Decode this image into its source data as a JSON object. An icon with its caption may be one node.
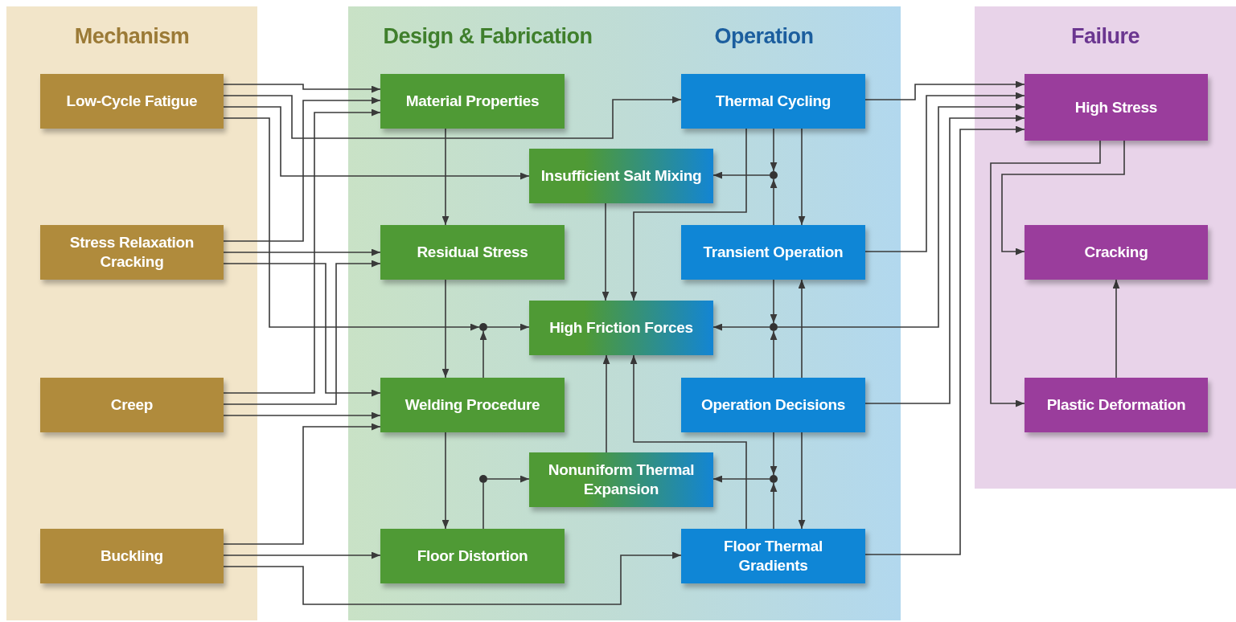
{
  "diagram": {
    "nodes": [
      {
        "text": [
          "Mechanism"
        ]
      },
      {
        "text": [
          "Low-Cycle Fatigue"
        ],
        "in": 0
      },
      {
        "text": [
          "Stress Relaxation Cracking"
        ],
        "in": 0
      },
      {
        "text": [
          "Creep"
        ],
        "in": 0
      },
      {
        "text": [
          "Buckling"
        ],
        "in": 0
      },
      {
        "text": [
          "Design & Fabrication"
        ]
      },
      {
        "text": [
          "Material Properties"
        ],
        "in": 5
      },
      {
        "text": [
          "Residual Stress"
        ],
        "in": 5
      },
      {
        "text": [
          "Welding Procedure"
        ],
        "in": 5
      },
      {
        "text": [
          "Floor Distortion"
        ],
        "in": 5
      },
      {
        "text": [
          "Operation"
        ]
      },
      {
        "text": [
          "Thermal Cycling"
        ],
        "in": 10
      },
      {
        "text": [
          "Transient Operation"
        ],
        "in": 10
      },
      {
        "text": [
          "Operation Decisions"
        ],
        "in": 10
      },
      {
        "text": [
          "Floor Thermal Gradients"
        ],
        "in": 10
      },
      {
        "text": [
          "Insufficient Salt Mixing"
        ]
      },
      {
        "text": [
          "High Friction Forces"
        ]
      },
      {
        "text": [
          "Nonuniform Thermal Expansion"
        ]
      },
      {
        "text": [
          "Failure"
        ]
      },
      {
        "text": [
          "High Stress"
        ],
        "in": 18
      },
      {
        "text": [
          "Cracking"
        ],
        "in": 18
      },
      {
        "text": [
          "Plastic Deformation"
        ],
        "in": 18
      },
      {
        "text": [],
        "shape": "circle",
        "in": 5
      },
      {
        "text": [],
        "shape": "circle",
        "in": 10
      },
      {
        "text": [],
        "shape": "circle",
        "in": 10
      },
      {
        "text": [],
        "shape": "circle",
        "in": 5
      },
      {
        "text": [],
        "shape": "circle",
        "in": 10
      }
    ],
    "edges": [
      {
        "from": 1,
        "to": 6,
        "arrow": "to"
      },
      {
        "from": 1,
        "to": 11,
        "arrow": "to"
      },
      {
        "from": 1,
        "to": 15,
        "arrow": "to"
      },
      {
        "from": 1,
        "to": 22,
        "arrow": "to"
      },
      {
        "from": 2,
        "to": 6,
        "arrow": "to"
      },
      {
        "from": 2,
        "to": 7,
        "arrow": "to"
      },
      {
        "from": 2,
        "to": 8,
        "arrow": "to"
      },
      {
        "from": 3,
        "to": 6,
        "arrow": "to"
      },
      {
        "from": 3,
        "to": 7,
        "arrow": "to"
      },
      {
        "from": 3,
        "to": 8,
        "arrow": "to"
      },
      {
        "from": 4,
        "to": 8,
        "arrow": "to"
      },
      {
        "from": 4,
        "to": 9,
        "arrow": "to"
      },
      {
        "from": 4,
        "to": 14,
        "arrow": "to"
      },
      {
        "from": 6,
        "to": 7,
        "arrow": "to"
      },
      {
        "from": 7,
        "to": 8,
        "arrow": "to"
      },
      {
        "from": 8,
        "to": 9,
        "arrow": "to"
      },
      {
        "from": 8,
        "to": 22,
        "arrow": "to"
      },
      {
        "from": 22,
        "to": 16,
        "arrow": "to"
      },
      {
        "from": 9,
        "to": 25,
        "arrow": "none"
      },
      {
        "from": 25,
        "to": 17,
        "arrow": "to"
      },
      {
        "from": 15,
        "to": 16,
        "arrow": "to"
      },
      {
        "from": 11,
        "to": 16,
        "arrow": "to"
      },
      {
        "from": 11,
        "to": 23,
        "arrow": "to"
      },
      {
        "from": 11,
        "to": 12,
        "arrow": "to"
      },
      {
        "from": 12,
        "to": 23,
        "arrow": "to"
      },
      {
        "from": 23,
        "to": 15,
        "arrow": "to"
      },
      {
        "from": 12,
        "to": 24,
        "arrow": "to"
      },
      {
        "from": 13,
        "to": 12,
        "arrow": "to"
      },
      {
        "from": 13,
        "to": 24,
        "arrow": "to"
      },
      {
        "from": 24,
        "to": 16,
        "arrow": "to"
      },
      {
        "from": 24,
        "to": 19,
        "arrow": "to"
      },
      {
        "from": 17,
        "to": 16,
        "arrow": "to"
      },
      {
        "from": 14,
        "to": 16,
        "arrow": "to"
      },
      {
        "from": 13,
        "to": 26,
        "arrow": "to"
      },
      {
        "from": 14,
        "to": 26,
        "arrow": "to"
      },
      {
        "from": 26,
        "to": 17,
        "arrow": "to"
      },
      {
        "from": 13,
        "to": 14,
        "arrow": "to"
      },
      {
        "from": 11,
        "to": 19,
        "arrow": "to"
      },
      {
        "from": 12,
        "to": 19,
        "arrow": "to"
      },
      {
        "from": 13,
        "to": 19,
        "arrow": "to"
      },
      {
        "from": 14,
        "to": 19,
        "arrow": "to"
      },
      {
        "from": 19,
        "to": 21,
        "arrow": "to"
      },
      {
        "from": 19,
        "to": 20,
        "arrow": "to"
      },
      {
        "from": 21,
        "to": 20,
        "arrow": "to"
      }
    ]
  }
}
